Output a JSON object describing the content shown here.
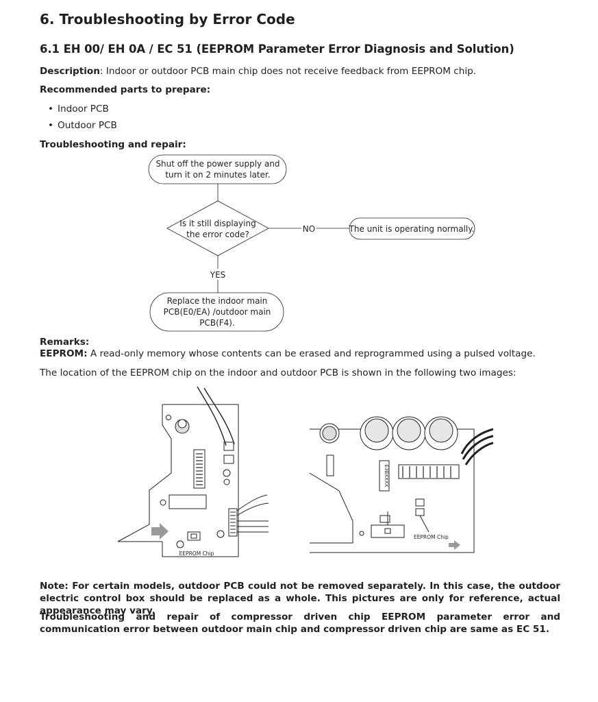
{
  "section": {
    "title": "6.   Troubleshooting by Error Code",
    "subtitle": "6.1    EH 00/ EH 0A / EC 51 (EEPROM Parameter Error Diagnosis and Solution)"
  },
  "description": {
    "label": "Description",
    "text": ": Indoor or outdoor PCB main chip does not receive feedback from EEPROM chip."
  },
  "parts": {
    "heading": "Recommended parts to prepare:",
    "items": [
      "Indoor PCB",
      "Outdoor PCB"
    ]
  },
  "repair_heading": "Troubleshooting and repair:",
  "flowchart": {
    "start": [
      "Shut off the power supply and",
      "turn it on 2 minutes later."
    ],
    "decision": [
      "Is it still displaying",
      "the error code?"
    ],
    "no_label": "NO",
    "no_result": "The unit is operating normally.",
    "yes_label": "YES",
    "yes_result": [
      "Replace the indoor main",
      "PCB(E0/EA) /outdoor main",
      "PCB(F4)."
    ]
  },
  "remarks": {
    "heading": "Remarks:",
    "eeprom_label": "EEPROM:",
    "eeprom_text": " A read-only memory whose contents can be erased and reprogrammed using a pulsed voltage.",
    "location_text": "The location of the EEPROM chip on the indoor and outdoor PCB is shown in the following two images:"
  },
  "images": {
    "indoor_label": "EEPROM Chip",
    "outdoor_label": "EEPROM Chip",
    "outdoor_chip_marking": "E3BXXXX"
  },
  "note": "Note: For certain models, outdoor PCB could not be removed separately. In this case, the outdoor electric control box should be replaced as a whole. This pictures are only for reference, actual appearance may vary.",
  "final_note": "Troubleshooting and repair of compressor driven chip EEPROM parameter error and communication error between outdoor main chip and compressor driven chip are same as EC 51."
}
